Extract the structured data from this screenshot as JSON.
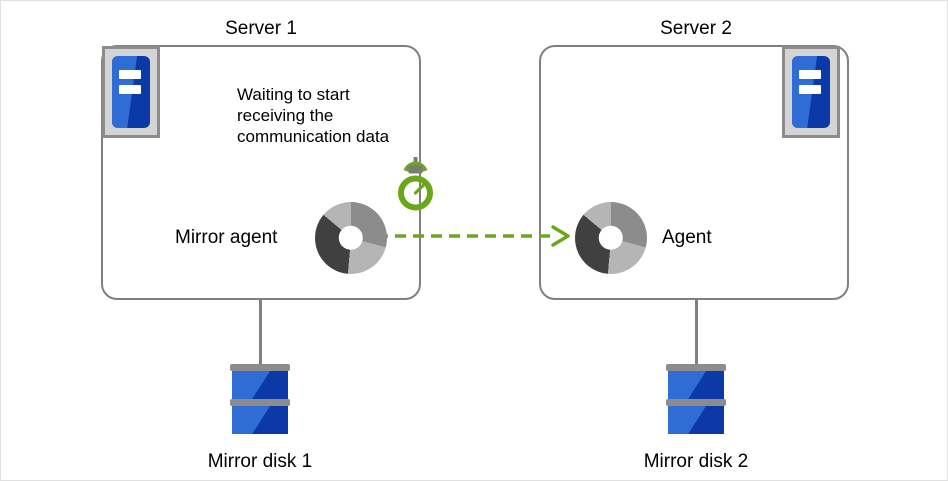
{
  "diagram": {
    "title": "Mirror disk replication state diagram",
    "colors": {
      "canvas_border": "#e0e0e0",
      "box_border": "#808080",
      "accent_green": "#6aa81a",
      "disk_blue_light": "#2f6cd4",
      "disk_blue_dark": "#0b3aa8",
      "icon_frame": "#8c8c8c",
      "icon_fill": "#d4d4d4",
      "agent_light": "#b5b5b5",
      "agent_mid": "#8c8c8c",
      "agent_dark": "#404040"
    }
  },
  "server1": {
    "title": "Server 1",
    "machine_icon": "server-icon",
    "status_text": "Waiting to start receiving the communication data",
    "agent_label": "Mirror agent",
    "agent_icon": "agent-donut-icon",
    "timer_icon": "stopwatch-icon"
  },
  "server2": {
    "title": "Server 2",
    "machine_icon": "server-icon",
    "agent_label": "Agent",
    "agent_icon": "agent-donut-icon"
  },
  "arrow": {
    "name": "sync-arrow",
    "style": "dashed",
    "direction": "right",
    "color": "#6aa81a"
  },
  "disks": [
    {
      "label": "Mirror disk 1",
      "icon": "disk-icon"
    },
    {
      "label": "Mirror disk 2",
      "icon": "disk-icon"
    }
  ]
}
